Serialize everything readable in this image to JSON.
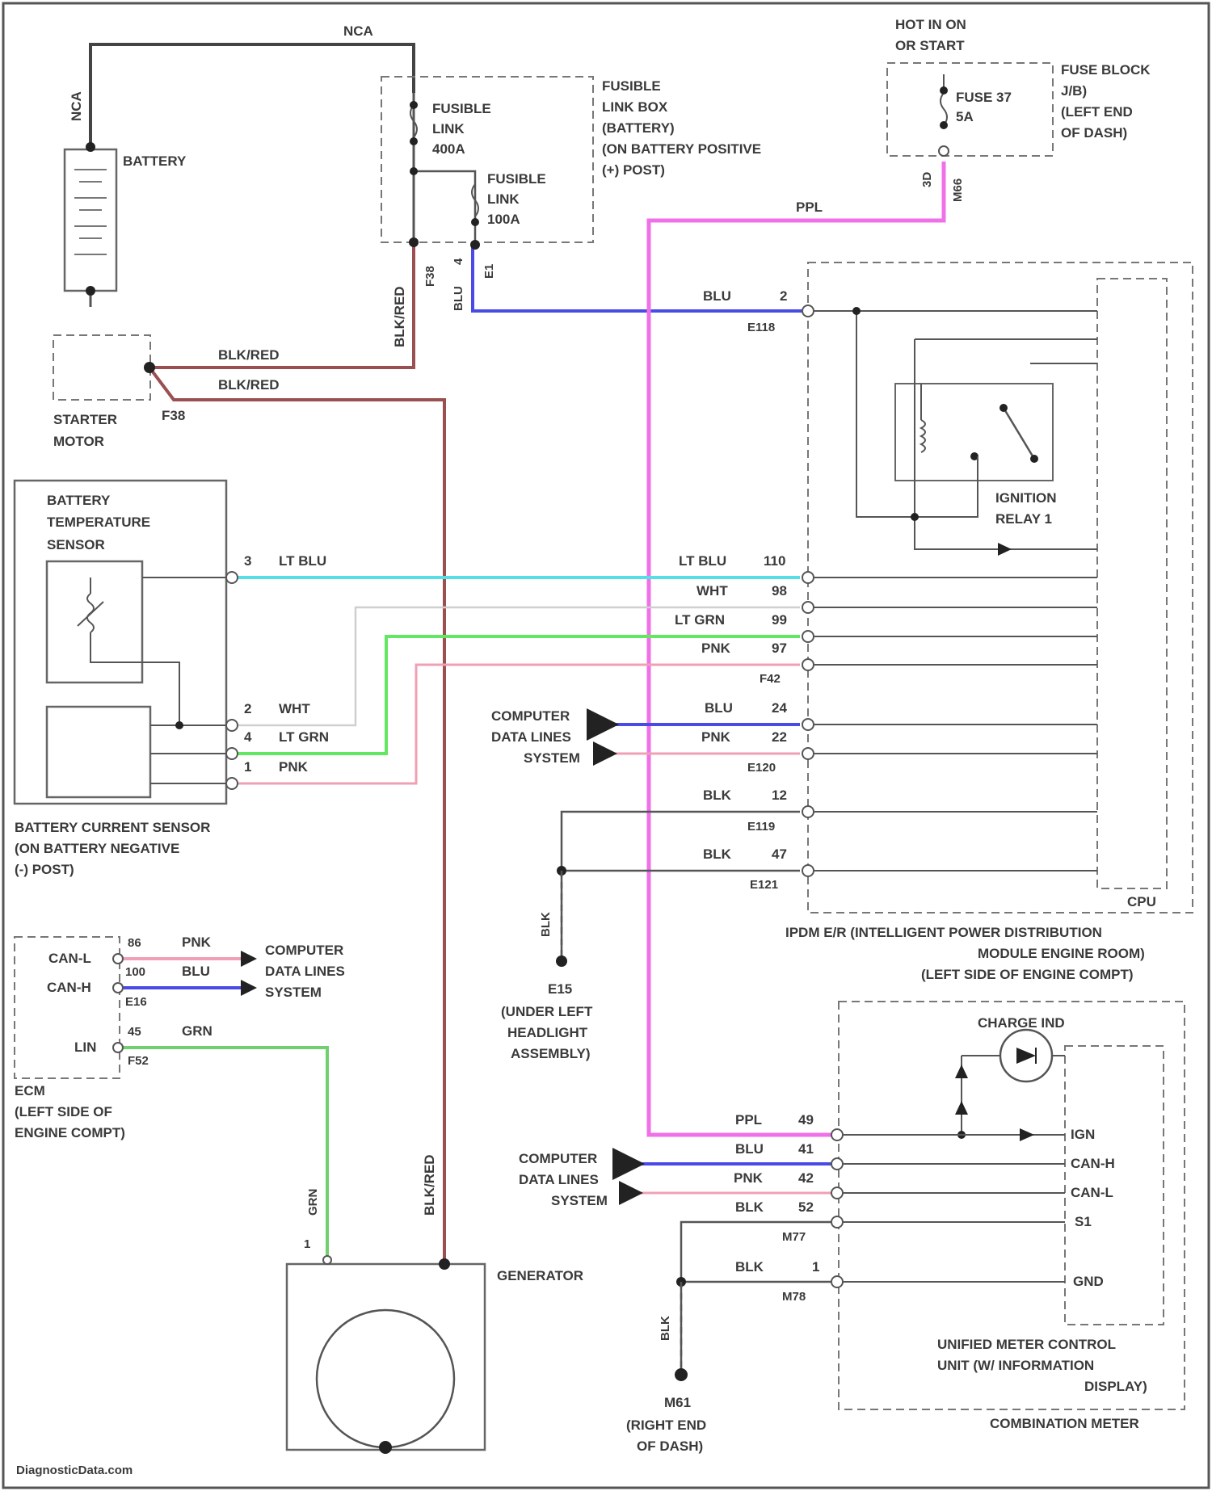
{
  "title": "",
  "footer": "DiagnosticData.com",
  "colors": {
    "BLK": "#444444",
    "BLK_RED": "#9a5050",
    "BLU": "#4a4ae6",
    "LT_BLU": "#55e0e8",
    "WHT": "#cfcfcf",
    "LT_GRN": "#60e860",
    "PNK": "#f0a0b4",
    "PPL": "#f070e8",
    "GRN": "#70d070"
  },
  "labels": {
    "nca_top": "NCA",
    "nca_left": "NCA",
    "battery": "BATTERY",
    "fl400_1": "FUSIBLE",
    "fl400_2": "LINK",
    "fl400_3": "400A",
    "fl100_1": "FUSIBLE",
    "fl100_2": "LINK",
    "fl100_3": "100A",
    "flbox_1": "FUSIBLE",
    "flbox_2": "LINK BOX",
    "flbox_3": "(BATTERY)",
    "flbox_4": "(ON BATTERY POSITIVE",
    "flbox_5": "(+) POST)",
    "hot_1": "HOT IN ON",
    "hot_2": "OR START",
    "fuse37_1": "FUSE 37",
    "fuse37_2": "5A",
    "fbj_1": "FUSE BLOCK",
    "fbj_2": "J/B)",
    "fbj_3": "(LEFT END",
    "fbj_4": "OF DASH)",
    "ppl_top": "PPL",
    "fuse_pin": "3D",
    "fuse_conn": "M66",
    "f38_vert": "F38",
    "blkred_vert": "BLK/RED",
    "blu_vert": "BLU",
    "pin4": "4",
    "e1": "E1",
    "starter_1": "STARTER",
    "starter_2": "MOTOR",
    "f38": "F38",
    "blkred_1": "BLK/RED",
    "blkred_2": "BLK/RED",
    "blu_2": "BLU",
    "pin2": "2",
    "e118": "E118",
    "ign_relay_1": "IGNITION",
    "ign_relay_2": "RELAY 1",
    "bts_1": "BATTERY",
    "bts_2": "TEMPERATURE",
    "bts_3": "SENSOR",
    "bcs_1": "BATTERY CURRENT SENSOR",
    "bcs_2": "(ON BATTERY NEGATIVE",
    "bcs_3": "(-) POST)",
    "s_pin3": "3",
    "s_ltblu": "LT BLU",
    "s_pin2": "2",
    "s_wht": "WHT",
    "s_pin4": "4",
    "s_ltgrn": "LT GRN",
    "s_pin1": "1",
    "s_pnk": "PNK",
    "r_ltblu": "LT BLU",
    "r_110": "110",
    "r_wht": "WHT",
    "r_98": "98",
    "r_ltgrn": "LT GRN",
    "r_99": "99",
    "r_pnk": "PNK",
    "r_97": "97",
    "f42": "F42",
    "cdl_1": "COMPUTER",
    "cdl_2": "DATA LINES",
    "cdl_3": "SYSTEM",
    "r_blu24": "BLU",
    "r_24": "24",
    "r_pnk22": "PNK",
    "r_22": "22",
    "e120": "E120",
    "r_blk12": "BLK",
    "r_12": "12",
    "e119": "E119",
    "r_blk47": "BLK",
    "r_47": "47",
    "e121": "E121",
    "cpu": "CPU",
    "ipdm_1": "IPDM E/R (INTELLIGENT POWER DISTRIBUTION",
    "ipdm_2": "MODULE ENGINE ROOM)",
    "ipdm_3": "(LEFT SIDE OF ENGINE COMPT)",
    "blk_vert": "BLK",
    "e15": "E15",
    "e15_1": "(UNDER LEFT",
    "e15_2": "HEADLIGHT",
    "e15_3": "ASSEMBLY)",
    "canl": "CAN-L",
    "canh": "CAN-H",
    "lin": "LIN",
    "ecm_86": "86",
    "ecm_pnk": "PNK",
    "ecm_100": "100",
    "ecm_blu": "BLU",
    "e16": "E16",
    "ecm_45": "45",
    "ecm_grn": "GRN",
    "f52": "F52",
    "ecm_1": "ECM",
    "ecm_2": "(LEFT SIDE OF",
    "ecm_3": "ENGINE COMPT)",
    "grn_vert": "GRN",
    "gen_pin": "1",
    "blkred_gen": "BLK/RED",
    "generator": "GENERATOR",
    "charge_ind": "CHARGE IND",
    "m_ppl": "PPL",
    "m_49": "49",
    "m_blu": "BLU",
    "m_41": "41",
    "m_pnk": "PNK",
    "m_42": "42",
    "m_blk": "BLK",
    "m_52": "52",
    "m_m77": "M77",
    "m_blk1": "BLK",
    "m_1": "1",
    "m_m78": "M78",
    "ign": "IGN",
    "canh_r": "CAN-H",
    "canl_r": "CAN-L",
    "s1": "S1",
    "gnd": "GND",
    "umcu_1": "UNIFIED METER CONTROL",
    "umcu_2": "UNIT (W/ INFORMATION",
    "umcu_3": "DISPLAY)",
    "combo": "COMBINATION METER",
    "m61": "M61",
    "m61_1": "(RIGHT END",
    "m61_2": "OF DASH)",
    "blk_vert2": "BLK"
  }
}
